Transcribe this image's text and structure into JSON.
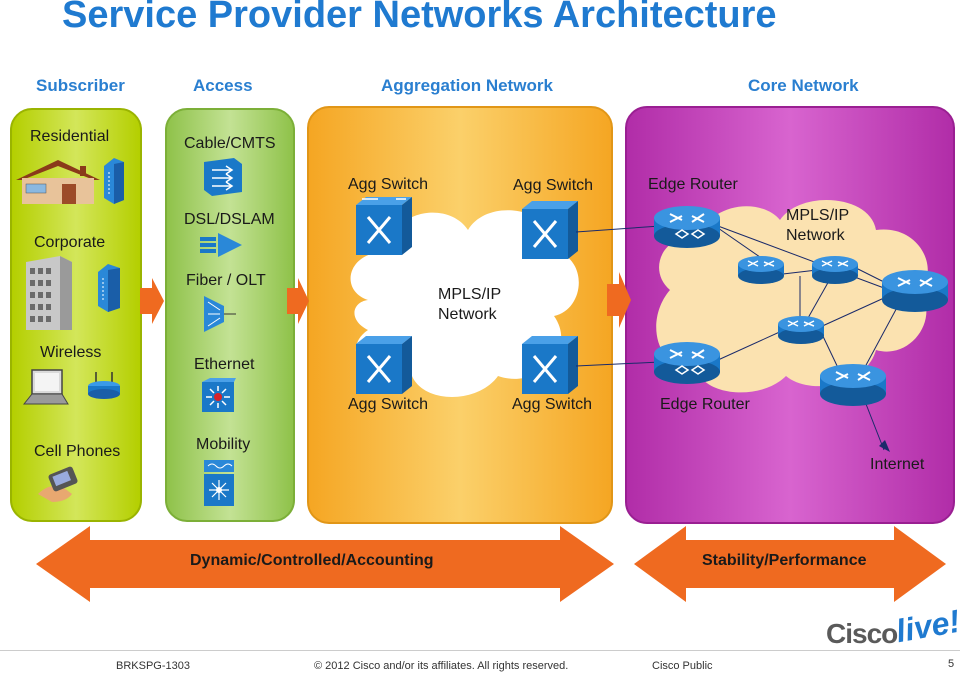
{
  "title": "Service Provider Networks Architecture",
  "columns": {
    "subscriber": "Subscriber",
    "access": "Access",
    "aggregation": "Aggregation Network",
    "core": "Core Network"
  },
  "subscriber_items": [
    "Residential",
    "Corporate",
    "Wireless",
    "Cell Phones"
  ],
  "access_items": [
    "Cable/CMTS",
    "DSL/DSLAM",
    "Fiber / OLT",
    "Ethernet",
    "Mobility"
  ],
  "aggregation": {
    "switch_label": "Agg Switch",
    "cloud_label": "MPLS/IP\nNetwork"
  },
  "core": {
    "edge_router_label": "Edge Router",
    "cloud_label": "MPLS/IP\nNetwork",
    "internet_label": "Internet"
  },
  "bars": {
    "left": "Dynamic/Controlled/Accounting",
    "right": "Stability/Performance"
  },
  "footer": {
    "session_id": "BRKSPG-1303",
    "copyright": "© 2012 Cisco and/or its affiliates. All rights reserved.",
    "classification": "Cisco Public",
    "page_number": "5",
    "logo_text": "Cisco",
    "logo_live": "live!"
  },
  "colors": {
    "title_blue": "#1f7ad0",
    "subscriber_green": "#c5dc10",
    "access_green": "#a6cf62",
    "aggregation_orange": "#f6b73a",
    "core_magenta": "#c040b8",
    "arrow_orange": "#ef6a20",
    "router_blue": "#1a78c8"
  }
}
